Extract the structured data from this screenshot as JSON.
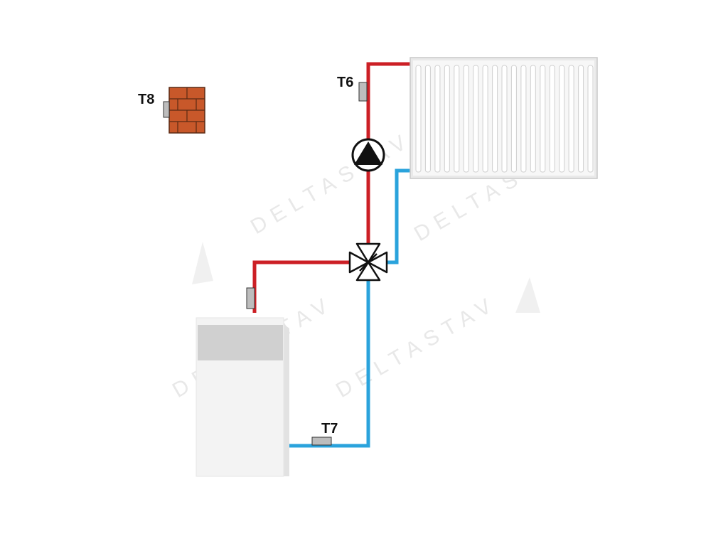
{
  "sensors": {
    "t6": "T6",
    "t7": "T7",
    "t8": "T8"
  },
  "watermark": "DELTASTAV",
  "colors": {
    "supply_pipe": "#cc1f25",
    "return_pipe": "#2aa3dc",
    "brick": "#c8582a",
    "sensor": "#bdbdbd",
    "radiator": "#f2f2f2",
    "boiler": "#f3f3f3",
    "boiler_panel": "#d0d0d0"
  },
  "components": {
    "radiator": "radiator",
    "circulation_pump": "pump-icon",
    "mixing_valve": "four-way-valve-icon",
    "boiler": "boiler",
    "outdoor_wall": "brick-wall-icon"
  }
}
